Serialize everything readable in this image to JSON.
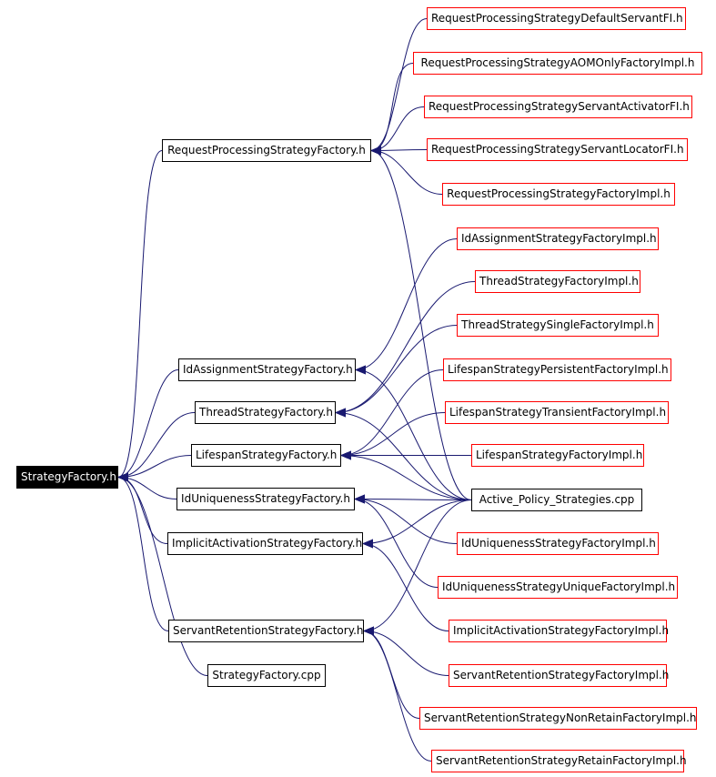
{
  "colors": {
    "edge": "#191970",
    "included_by_border": "#ff0000",
    "node_border": "#000000",
    "root_fill": "#000000",
    "root_text": "#ffffff"
  },
  "nodes": {
    "strategy_factory_h": "StrategyFactory.h",
    "request_processing_strategy_factory_h": "RequestProcessingStrategyFactory.h",
    "id_assignment_strategy_factory_h": "IdAssignmentStrategyFactory.h",
    "thread_strategy_factory_h": "ThreadStrategyFactory.h",
    "lifespan_strategy_factory_h": "LifespanStrategyFactory.h",
    "id_uniqueness_strategy_factory_h": "IdUniquenessStrategyFactory.h",
    "implicit_activation_strategy_factory_h": "ImplicitActivationStrategyFactory.h",
    "servant_retention_strategy_factory_h": "ServantRetentionStrategyFactory.h",
    "strategy_factory_cpp": "StrategyFactory.cpp",
    "rps_default_servant_fi_h": "RequestProcessingStrategyDefaultServantFI.h",
    "rps_aom_only_factory_impl_h": "RequestProcessingStrategyAOMOnlyFactoryImpl.h",
    "rps_servant_activator_fi_h": "RequestProcessingStrategyServantActivatorFI.h",
    "rps_servant_locator_fi_h": "RequestProcessingStrategyServantLocatorFI.h",
    "rps_factory_impl_h": "RequestProcessingStrategyFactoryImpl.h",
    "id_assignment_factory_impl_h": "IdAssignmentStrategyFactoryImpl.h",
    "thread_factory_impl_h": "ThreadStrategyFactoryImpl.h",
    "thread_single_factory_impl_h": "ThreadStrategySingleFactoryImpl.h",
    "lifespan_persistent_factory_impl_h": "LifespanStrategyPersistentFactoryImpl.h",
    "lifespan_transient_factory_impl_h": "LifespanStrategyTransientFactoryImpl.h",
    "lifespan_factory_impl_h": "LifespanStrategyFactoryImpl.h",
    "active_policy_strategies_cpp": "Active_Policy_Strategies.cpp",
    "id_uniqueness_factory_impl_h": "IdUniquenessStrategyFactoryImpl.h",
    "id_uniqueness_unique_factory_impl_h": "IdUniquenessStrategyUniqueFactoryImpl.h",
    "implicit_activation_factory_impl_h": "ImplicitActivationStrategyFactoryImpl.h",
    "servant_retention_factory_impl_h": "ServantRetentionStrategyFactoryImpl.h",
    "servant_retention_non_retain_factory_impl_h": "ServantRetentionStrategyNonRetainFactoryImpl.h",
    "servant_retention_retain_factory_impl_h": "ServantRetentionStrategyRetainFactoryImpl.h"
  },
  "edges": [
    [
      "request_processing_strategy_factory_h",
      "strategy_factory_h"
    ],
    [
      "id_assignment_strategy_factory_h",
      "strategy_factory_h"
    ],
    [
      "thread_strategy_factory_h",
      "strategy_factory_h"
    ],
    [
      "lifespan_strategy_factory_h",
      "strategy_factory_h"
    ],
    [
      "id_uniqueness_strategy_factory_h",
      "strategy_factory_h"
    ],
    [
      "implicit_activation_strategy_factory_h",
      "strategy_factory_h"
    ],
    [
      "servant_retention_strategy_factory_h",
      "strategy_factory_h"
    ],
    [
      "strategy_factory_cpp",
      "strategy_factory_h"
    ],
    [
      "rps_default_servant_fi_h",
      "request_processing_strategy_factory_h"
    ],
    [
      "rps_aom_only_factory_impl_h",
      "request_processing_strategy_factory_h"
    ],
    [
      "rps_servant_activator_fi_h",
      "request_processing_strategy_factory_h"
    ],
    [
      "rps_servant_locator_fi_h",
      "request_processing_strategy_factory_h"
    ],
    [
      "rps_factory_impl_h",
      "request_processing_strategy_factory_h"
    ],
    [
      "active_policy_strategies_cpp",
      "request_processing_strategy_factory_h"
    ],
    [
      "id_assignment_factory_impl_h",
      "id_assignment_strategy_factory_h"
    ],
    [
      "active_policy_strategies_cpp",
      "id_assignment_strategy_factory_h"
    ],
    [
      "thread_factory_impl_h",
      "thread_strategy_factory_h"
    ],
    [
      "thread_single_factory_impl_h",
      "thread_strategy_factory_h"
    ],
    [
      "active_policy_strategies_cpp",
      "thread_strategy_factory_h"
    ],
    [
      "lifespan_persistent_factory_impl_h",
      "lifespan_strategy_factory_h"
    ],
    [
      "lifespan_transient_factory_impl_h",
      "lifespan_strategy_factory_h"
    ],
    [
      "lifespan_factory_impl_h",
      "lifespan_strategy_factory_h"
    ],
    [
      "active_policy_strategies_cpp",
      "lifespan_strategy_factory_h"
    ],
    [
      "active_policy_strategies_cpp",
      "id_uniqueness_strategy_factory_h"
    ],
    [
      "id_uniqueness_factory_impl_h",
      "id_uniqueness_strategy_factory_h"
    ],
    [
      "id_uniqueness_unique_factory_impl_h",
      "id_uniqueness_strategy_factory_h"
    ],
    [
      "active_policy_strategies_cpp",
      "implicit_activation_strategy_factory_h"
    ],
    [
      "implicit_activation_factory_impl_h",
      "implicit_activation_strategy_factory_h"
    ],
    [
      "active_policy_strategies_cpp",
      "servant_retention_strategy_factory_h"
    ],
    [
      "servant_retention_factory_impl_h",
      "servant_retention_strategy_factory_h"
    ],
    [
      "servant_retention_non_retain_factory_impl_h",
      "servant_retention_strategy_factory_h"
    ],
    [
      "servant_retention_retain_factory_impl_h",
      "servant_retention_strategy_factory_h"
    ]
  ]
}
